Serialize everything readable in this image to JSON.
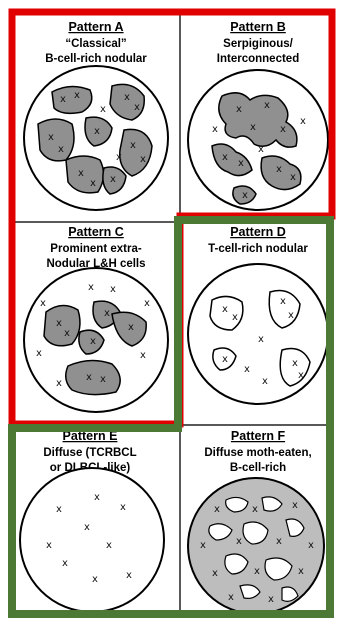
{
  "colors": {
    "red_box": "#e00000",
    "green_box": "#4c7a35",
    "nodule_fill": "#909090",
    "ink": "#000000"
  },
  "panels": [
    {
      "id": "A",
      "title": "Pattern A",
      "lines": [
        "“Classical”",
        "B-cell-rich nodular"
      ]
    },
    {
      "id": "B",
      "title": "Pattern B",
      "lines": [
        "Serpiginous/",
        "Interconnected"
      ]
    },
    {
      "id": "C",
      "title": "Pattern C",
      "lines": [
        "Prominent extra-",
        "Nodular L&H cells"
      ]
    },
    {
      "id": "D",
      "title": "Pattern D",
      "lines": [
        "T-cell-rich nodular"
      ]
    },
    {
      "id": "E",
      "title": "Pattern E",
      "lines": [
        "Diffuse (TCRBCL",
        "or DLBCL-like)"
      ]
    },
    {
      "id": "F",
      "title": "Pattern F",
      "lines": [
        "Diffuse moth-eaten,",
        "B-cell-rich"
      ]
    }
  ],
  "marker_glyph": "x"
}
